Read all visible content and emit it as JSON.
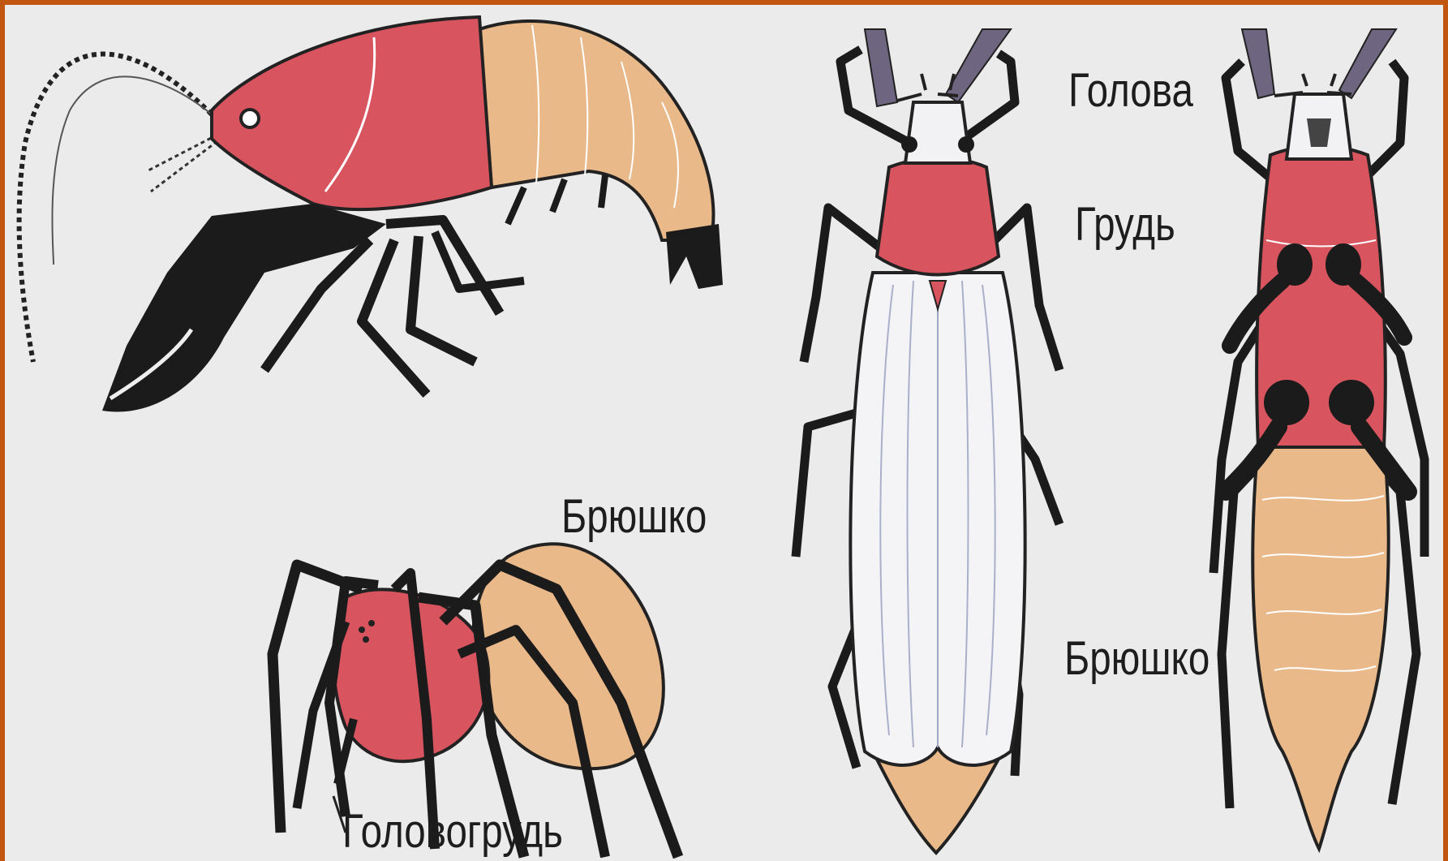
{
  "labels": {
    "head": "Голова",
    "thorax": "Грудь",
    "abdomen_beetle": "Брюшко",
    "abdomen_spider": "Брюшко",
    "cephalothorax": "Головогрудь"
  },
  "colors": {
    "frame": "#c0560f",
    "background": "#ecebeb",
    "head_thorax": "#d8545f",
    "abdomen": "#eab98a",
    "legs": "#1b1b1b",
    "elytra": "#f4f4f6"
  }
}
